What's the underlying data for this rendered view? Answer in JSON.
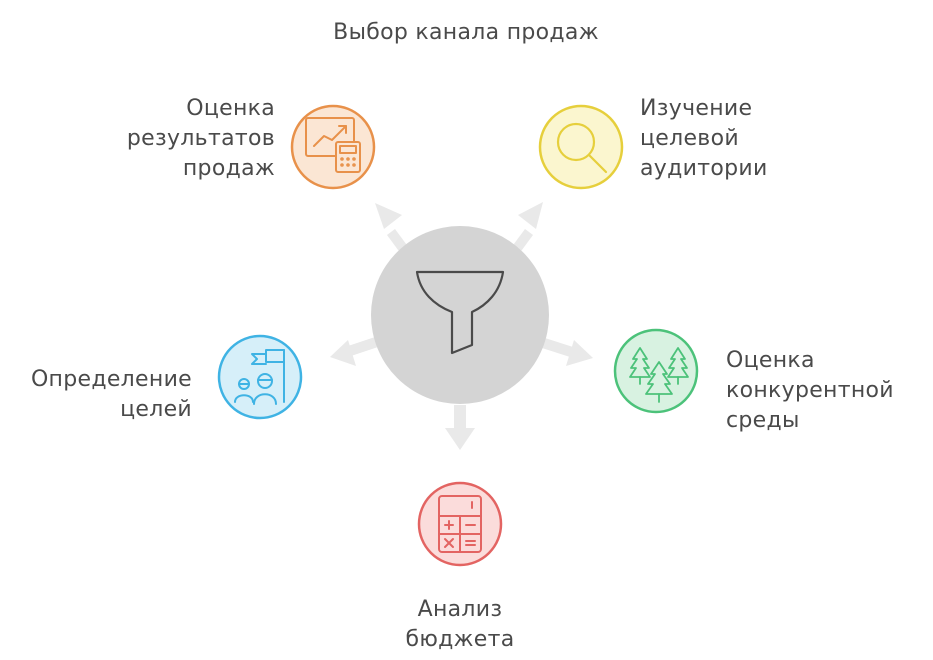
{
  "diagram": {
    "title": "Выбор канала продаж",
    "center": {
      "icon": "funnel-icon"
    },
    "nodes": [
      {
        "id": "sales-results",
        "lines": [
          "Оценка",
          "результатов",
          "продаж"
        ],
        "icon": "chart-calculator-icon",
        "color": "#e8914a",
        "fill": "#fbe6d4"
      },
      {
        "id": "target-audience",
        "lines": [
          "Изучение",
          "целевой",
          "аудитории"
        ],
        "icon": "magnifier-icon",
        "color": "#e6cf3c",
        "fill": "#fbf6cf"
      },
      {
        "id": "competitive-env",
        "lines": [
          "Оценка",
          "конкурентной",
          "среды"
        ],
        "icon": "trees-icon",
        "color": "#4cc27a",
        "fill": "#d8f2e1"
      },
      {
        "id": "budget-analysis",
        "lines": [
          "Анализ",
          "бюджета"
        ],
        "icon": "calculator-icon",
        "color": "#e36462",
        "fill": "#fbdcdb"
      },
      {
        "id": "goal-setting",
        "lines": [
          "Определение",
          "целей"
        ],
        "icon": "goal-team-icon",
        "color": "#3fb3e4",
        "fill": "#d6eff9"
      }
    ]
  }
}
